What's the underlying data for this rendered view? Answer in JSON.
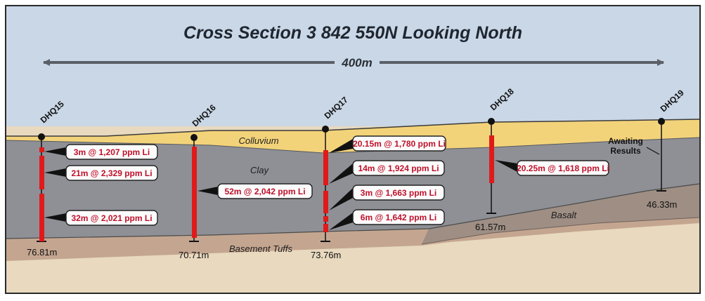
{
  "title": "Cross Section 3 842 550N Looking North",
  "scale_label": "400m",
  "colors": {
    "sky": "#c9d7e6",
    "colluvium": "#f3d37a",
    "clay": "#8e9096",
    "tuffs": "#c4a690",
    "basalt": "#9e8e84",
    "ground": "#e8d9bf",
    "intercept": "#e01a1a",
    "callout_text": "#c0102a"
  },
  "layers": {
    "colluvium": "Colluvium",
    "clay": "Clay",
    "basalt": "Basalt",
    "tuffs": "Basement Tuffs"
  },
  "holes": [
    {
      "id": "DHQ15",
      "depth": "76.81m"
    },
    {
      "id": "DHQ16",
      "depth": "70.71m"
    },
    {
      "id": "DHQ17",
      "depth": "73.76m"
    },
    {
      "id": "DHQ18",
      "depth": "61.57m"
    },
    {
      "id": "DHQ19",
      "depth": "46.33m"
    }
  ],
  "intercepts": [
    "3m @ 1,207 ppm Li",
    "21m @ 2,329 ppm Li",
    "32m @ 2,021 ppm Li",
    "52m @ 2,042 ppm Li",
    "20.15m @ 1,780 ppm Li",
    "14m @ 1,924 ppm Li",
    "3m @ 1,663 ppm Li",
    "6m @ 1,642 ppm Li",
    "20.25m @ 1,618 ppm Li"
  ],
  "awaiting": [
    "Awaiting",
    "Results"
  ]
}
